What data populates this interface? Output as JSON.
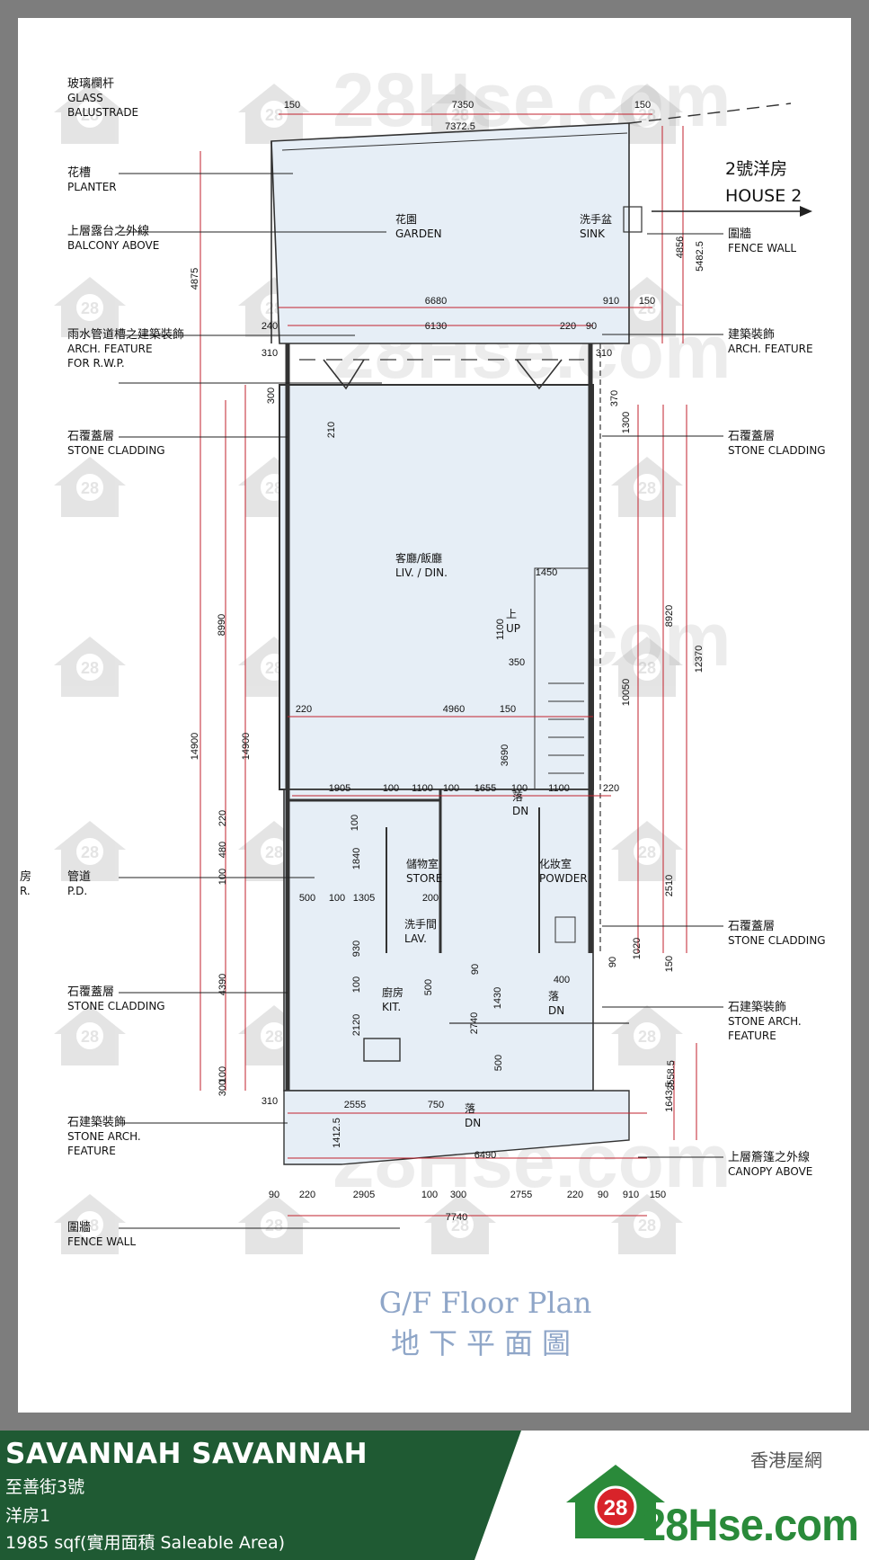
{
  "plan": {
    "title_en": "G/F Floor Plan",
    "title_zh": "地下平面圖",
    "house_zh": "2號洋房",
    "house_en": "HOUSE 2",
    "watermark": "28Hse.com",
    "watermark_badge": "28",
    "left_labels": [
      {
        "zh": "玻璃欄杆",
        "en": [
          "GLASS",
          "BALUSTRADE"
        ]
      },
      {
        "zh": "花槽",
        "en": [
          "PLANTER"
        ]
      },
      {
        "zh": "上層露台之外線",
        "en": [
          "BALCONY ABOVE"
        ]
      },
      {
        "zh": "雨水管道槽之建築裝飾",
        "en": [
          "ARCH. FEATURE",
          "FOR R.W.P."
        ]
      },
      {
        "zh": "石覆蓋層",
        "en": [
          "STONE CLADDING"
        ]
      },
      {
        "zh": "管道",
        "en": [
          "P.D."
        ]
      },
      {
        "zh": "石覆蓋層",
        "en": [
          "STONE CLADDING"
        ]
      },
      {
        "zh": "石建築裝飾",
        "en": [
          "STONE ARCH.",
          "FEATURE"
        ]
      },
      {
        "zh": "圍牆",
        "en": [
          "FENCE WALL"
        ]
      }
    ],
    "left_edge_fragment": {
      "zh": "房",
      "en": "R."
    },
    "right_labels": [
      {
        "zh": "圍牆",
        "en": [
          "FENCE WALL"
        ]
      },
      {
        "zh": "建築裝飾",
        "en": [
          "ARCH. FEATURE"
        ]
      },
      {
        "zh": "石覆蓋層",
        "en": [
          "STONE CLADDING"
        ]
      },
      {
        "zh": "石覆蓋層",
        "en": [
          "STONE CLADDING"
        ]
      },
      {
        "zh": "石建築裝飾",
        "en": [
          "STONE ARCH.",
          "FEATURE"
        ]
      },
      {
        "zh": "上層簷篷之外線",
        "en": [
          "CANOPY ABOVE"
        ]
      }
    ],
    "rooms": [
      {
        "zh": "花園",
        "en": "GARDEN"
      },
      {
        "zh": "洗手盆",
        "en": "SINK"
      },
      {
        "zh": "客廳/飯廳",
        "en": "LIV. / DIN."
      },
      {
        "zh": "上",
        "en": "UP"
      },
      {
        "zh": "落",
        "en": "DN"
      },
      {
        "zh": "儲物室",
        "en": "STORE"
      },
      {
        "zh": "化妝室",
        "en": "POWDER"
      },
      {
        "zh": "洗手間",
        "en": "LAV."
      },
      {
        "zh": "廚房",
        "en": "KIT."
      },
      {
        "zh": "落",
        "en": "DN"
      },
      {
        "zh": "落",
        "en": "DN"
      }
    ],
    "dims": [
      "150",
      "7350",
      "150",
      "7372.5",
      "6680",
      "910",
      "150",
      "240",
      "6130",
      "220",
      "90",
      "310",
      "310",
      "4856",
      "5482.5",
      "4875",
      "300",
      "210",
      "370",
      "1300",
      "1450",
      "1100",
      "350",
      "220",
      "4960",
      "150",
      "3690",
      "8990",
      "14900",
      "14900",
      "8920",
      "10050",
      "12370",
      "1905",
      "100",
      "1100",
      "100",
      "1655",
      "100",
      "1100",
      "220",
      "220",
      "480",
      "100",
      "100",
      "1840",
      "500",
      "100",
      "1305",
      "200",
      "930",
      "100",
      "2120",
      "500",
      "90",
      "1430",
      "2740",
      "500",
      "400",
      "90",
      "1020",
      "150",
      "2510",
      "4390",
      "300",
      "100",
      "310",
      "2555",
      "750",
      "1412.5",
      "1643.5",
      "3558.5",
      "6490",
      "90",
      "220",
      "2905",
      "100",
      "300",
      "2755",
      "220",
      "90",
      "910",
      "150",
      "7740"
    ]
  },
  "footer": {
    "name": "SAVANNAH SAVANNAH",
    "address": "至善街3號",
    "unit": "洋房1",
    "area": "1985 sqf(實用面積 Saleable Area)",
    "logo_zh": "香港屋網",
    "logo_en": "28Hse.com",
    "logo_badge": "28",
    "colors": {
      "band": "#1f5a33",
      "logo_green": "#2a8a3a",
      "logo_red": "#d8232a"
    }
  }
}
